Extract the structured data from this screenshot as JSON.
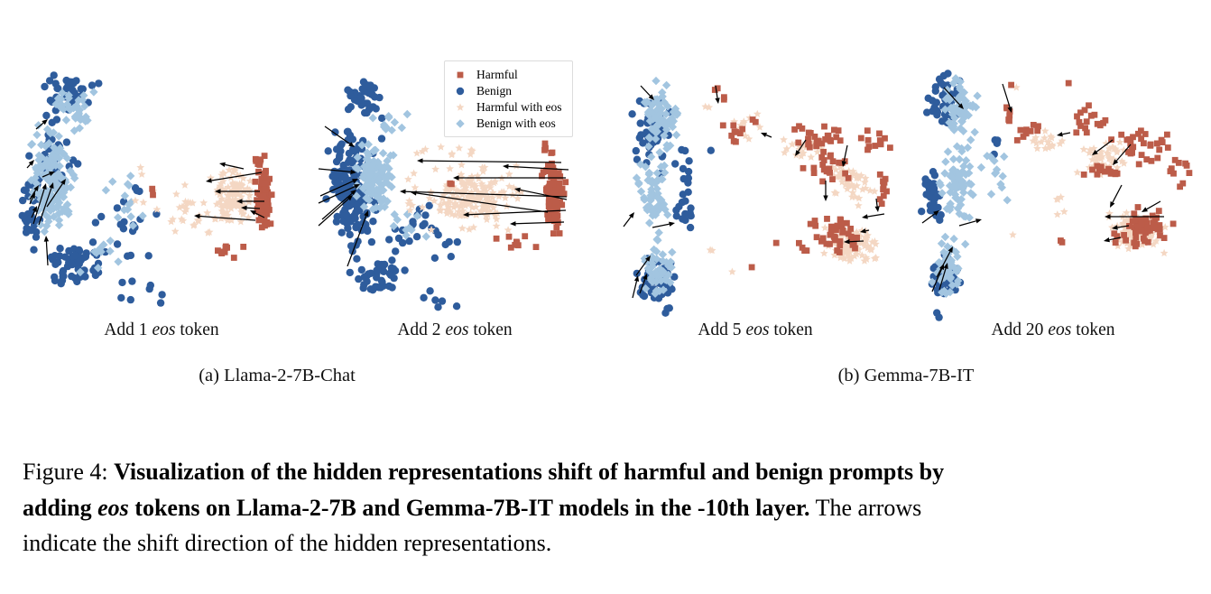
{
  "figure": {
    "subfigures": [
      {
        "label": "(a) Llama-2-7B-Chat"
      },
      {
        "label": "(b) Gemma-7B-IT"
      }
    ],
    "caption_lines": [
      [
        {
          "t": "Figure 4: "
        },
        {
          "t": "Visualization of the hidden representations shift of harmful and benign prompts by",
          "b": true
        }
      ],
      [
        {
          "t": "adding ",
          "b": true
        },
        {
          "t": "eos",
          "b": true,
          "i": true
        },
        {
          "t": " tokens on Llama-2-7B and Gemma-7B-IT models in the -10th layer.",
          "b": true
        },
        {
          "t": " The arrows"
        }
      ],
      [
        {
          "t": "indicate the shift direction of the hidden representations."
        }
      ]
    ]
  },
  "legend": {
    "items": [
      {
        "label": "Harmful",
        "marker": "harmful"
      },
      {
        "label": "Benign",
        "marker": "benign"
      },
      {
        "label": "Harmful with eos",
        "marker": "harmful_eos"
      },
      {
        "label": "Benign with eos",
        "marker": "benign_eos"
      }
    ]
  },
  "colors": {
    "harmful": "#bc5c49",
    "benign": "#2e5c9c",
    "harmful_eos": "#f4d7c3",
    "benign_eos": "#a2c5e0",
    "arrow": "#000000"
  },
  "chart_data": {
    "type": "scatter",
    "groups": [
      {
        "name": "Harmful",
        "marker_shape": "square",
        "color": "#bc5c49"
      },
      {
        "name": "Benign",
        "marker_shape": "circle",
        "color": "#2e5c9c"
      },
      {
        "name": "Harmful with eos",
        "marker_shape": "star",
        "color": "#f4d7c3"
      },
      {
        "name": "Benign with eos",
        "marker_shape": "diamond",
        "color": "#a2c5e0"
      }
    ],
    "plots": [
      {
        "caption_segments": [
          {
            "t": "Add 1 "
          },
          {
            "t": "eos",
            "i": true
          },
          {
            "t": " token"
          }
        ],
        "clusters": {
          "benign": [
            [
              72,
              95,
              35,
              30,
              45
            ],
            [
              30,
              225,
              15,
              65,
              35
            ],
            [
              85,
              290,
              40,
              30,
              55
            ],
            [
              130,
              235,
              45,
              55,
              20
            ],
            [
              155,
              315,
              40,
              25,
              8
            ],
            [
              60,
              160,
              30,
              50,
              30
            ]
          ],
          "benign_eos": [
            [
              52,
              192,
              30,
              72,
              140
            ],
            [
              75,
              115,
              28,
              28,
              35
            ],
            [
              135,
              225,
              35,
              45,
              14
            ],
            [
              105,
              280,
              30,
              25,
              10
            ]
          ],
          "harmful_eos": [
            [
              252,
              212,
              28,
              38,
              120
            ],
            [
              205,
              230,
              30,
              38,
              25
            ],
            [
              150,
              215,
              30,
              45,
              6
            ]
          ],
          "harmful": [
            [
              287,
              215,
              11,
              46,
              85
            ],
            [
              283,
              172,
              8,
              6,
              6
            ],
            [
              250,
              272,
              28,
              15,
              10
            ],
            [
              160,
              210,
              8,
              9,
              2
            ]
          ]
        },
        "arrows": [
          [
            35,
            138,
            48,
            127
          ],
          [
            25,
            181,
            33,
            172
          ],
          [
            42,
            191,
            56,
            185
          ],
          [
            28,
            216,
            38,
            200
          ],
          [
            32,
            243,
            46,
            198
          ],
          [
            38,
            244,
            54,
            197
          ],
          [
            47,
            224,
            68,
            193
          ],
          [
            28,
            221,
            34,
            208
          ],
          [
            30,
            236,
            36,
            223
          ],
          [
            48,
            289,
            46,
            256
          ],
          [
            265,
            182,
            238,
            176
          ],
          [
            285,
            186,
            223,
            196
          ],
          [
            283,
            207,
            233,
            207
          ],
          [
            288,
            218,
            257,
            218
          ],
          [
            283,
            226,
            262,
            225
          ],
          [
            278,
            239,
            210,
            234
          ],
          [
            288,
            236,
            272,
            228
          ]
        ]
      },
      {
        "caption_segments": [
          {
            "t": "Add 2 "
          },
          {
            "t": "eos",
            "i": true
          },
          {
            "t": " token"
          }
        ],
        "clusters": {
          "benign": [
            [
              45,
              205,
              32,
              85,
              160
            ],
            [
              60,
              105,
              28,
              28,
              35
            ],
            [
              75,
              300,
              40,
              28,
              40
            ],
            [
              115,
              250,
              45,
              45,
              18
            ],
            [
              135,
              330,
              35,
              15,
              6
            ],
            [
              150,
              262,
              30,
              25,
              6
            ]
          ],
          "benign_eos": [
            [
              70,
              190,
              26,
              48,
              110
            ],
            [
              90,
              135,
              25,
              15,
              12
            ],
            [
              105,
              245,
              25,
              30,
              10
            ]
          ],
          "harmful_eos": [
            [
              180,
              212,
              58,
              42,
              170
            ],
            [
              150,
              162,
              45,
              10,
              10
            ],
            [
              112,
              215,
              15,
              35,
              8
            ]
          ],
          "harmful": [
            [
              268,
              212,
              14,
              48,
              105
            ],
            [
              262,
              158,
              12,
              8,
              6
            ],
            [
              230,
              268,
              30,
              14,
              9
            ],
            [
              155,
              198,
              4,
              5,
              2
            ]
          ]
        },
        "arrows": [
          [
            15,
            135,
            48,
            158
          ],
          [
            8,
            182,
            50,
            186
          ],
          [
            10,
            212,
            52,
            193
          ],
          [
            8,
            220,
            54,
            199
          ],
          [
            12,
            238,
            50,
            205
          ],
          [
            8,
            245,
            46,
            211
          ],
          [
            40,
            290,
            63,
            228
          ],
          [
            277,
            175,
            117,
            173
          ],
          [
            285,
            183,
            212,
            179
          ],
          [
            282,
            192,
            157,
            192
          ],
          [
            283,
            213,
            98,
            207
          ],
          [
            262,
            230,
            110,
            208
          ],
          [
            283,
            216,
            225,
            204
          ],
          [
            282,
            228,
            168,
            233
          ],
          [
            280,
            241,
            220,
            243
          ]
        ]
      },
      {
        "caption_segments": [
          {
            "t": "Add 5 "
          },
          {
            "t": "eos",
            "i": true
          },
          {
            "t": " token"
          }
        ],
        "clusters": {
          "benign": [
            [
              48,
              140,
              26,
              55,
              55
            ],
            [
              82,
              210,
              14,
              60,
              22
            ],
            [
              52,
              305,
              26,
              30,
              45
            ],
            [
              60,
              338,
              10,
              6,
              3
            ],
            [
              112,
              162,
              4,
              4,
              1
            ],
            [
              90,
              172,
              4,
              4,
              1
            ]
          ],
          "benign_eos": [
            [
              58,
              125,
              24,
              45,
              70
            ],
            [
              48,
              210,
              22,
              45,
              60
            ],
            [
              52,
              290,
              22,
              35,
              50
            ]
          ],
          "harmful_eos": [
            [
              150,
              135,
              22,
              18,
              12
            ],
            [
              215,
              158,
              32,
              18,
              25
            ],
            [
              268,
              198,
              34,
              26,
              40
            ],
            [
              268,
              265,
              34,
              24,
              120
            ],
            [
              108,
              112,
              6,
              6,
              2
            ],
            [
              112,
              272,
              6,
              6,
              2
            ],
            [
              135,
              298,
              5,
              5,
              1
            ]
          ],
          "harmful": [
            [
              122,
              102,
              10,
              12,
              4
            ],
            [
              138,
              145,
              16,
              18,
              9
            ],
            [
              160,
              128,
              8,
              6,
              2
            ],
            [
              230,
              148,
              40,
              22,
              26
            ],
            [
              297,
              152,
              22,
              18,
              12
            ],
            [
              245,
              180,
              38,
              20,
              22
            ],
            [
              303,
              205,
              12,
              22,
              10
            ],
            [
              255,
              252,
              42,
              26,
              40
            ],
            [
              212,
              268,
              18,
              10,
              4
            ],
            [
              185,
              262,
              5,
              5,
              1
            ],
            [
              158,
              293,
              5,
              5,
              1
            ]
          ]
        },
        "arrows": [
          [
            35,
            90,
            50,
            106
          ],
          [
            118,
            90,
            121,
            110
          ],
          [
            180,
            147,
            168,
            142
          ],
          [
            218,
            150,
            206,
            168
          ],
          [
            264,
            156,
            259,
            180
          ],
          [
            240,
            195,
            240,
            218
          ],
          [
            296,
            215,
            298,
            230
          ],
          [
            305,
            232,
            280,
            236
          ],
          [
            288,
            250,
            278,
            252
          ],
          [
            282,
            262,
            260,
            263
          ],
          [
            16,
            246,
            28,
            230
          ],
          [
            48,
            247,
            73,
            242
          ],
          [
            30,
            300,
            46,
            278
          ],
          [
            26,
            325,
            32,
            300
          ],
          [
            34,
            320,
            42,
            298
          ]
        ]
      },
      {
        "caption_segments": [
          {
            "t": "Add 20 "
          },
          {
            "t": "eos",
            "i": true
          },
          {
            "t": " token"
          }
        ],
        "clusters": {
          "benign": [
            [
              40,
              105,
              24,
              35,
              45
            ],
            [
              25,
              210,
              14,
              55,
              30
            ],
            [
              40,
              300,
              24,
              35,
              45
            ],
            [
              30,
              342,
              8,
              5,
              2
            ],
            [
              95,
              150,
              12,
              20,
              4
            ]
          ],
          "benign_eos": [
            [
              55,
              115,
              26,
              40,
              60
            ],
            [
              55,
              200,
              28,
              50,
              70
            ],
            [
              42,
              290,
              20,
              40,
              50
            ],
            [
              95,
              190,
              18,
              40,
              12
            ]
          ],
          "harmful_eos": [
            [
              150,
              150,
              25,
              18,
              18
            ],
            [
              212,
              172,
              35,
              22,
              45
            ],
            [
              252,
              252,
              36,
              26,
              110
            ],
            [
              118,
              90,
              5,
              5,
              1
            ],
            [
              115,
              258,
              5,
              5,
              1
            ],
            [
              168,
              220,
              15,
              15,
              5
            ]
          ],
          "harmful": [
            [
              108,
              120,
              12,
              18,
              6
            ],
            [
              130,
              140,
              18,
              15,
              10
            ],
            [
              195,
              130,
              30,
              22,
              16
            ],
            [
              255,
              155,
              45,
              25,
              30
            ],
            [
              300,
              185,
              15,
              30,
              10
            ],
            [
              215,
              185,
              30,
              18,
              16
            ],
            [
              260,
              250,
              42,
              28,
              50
            ],
            [
              168,
              262,
              10,
              5,
              2
            ],
            [
              110,
              90,
              5,
              5,
              1
            ],
            [
              180,
              88,
              5,
              5,
              1
            ]
          ]
        },
        "arrows": [
          [
            38,
            92,
            60,
            116
          ],
          [
            103,
            88,
            113,
            120
          ],
          [
            178,
            142,
            163,
            145
          ],
          [
            225,
            150,
            202,
            167
          ],
          [
            245,
            155,
            225,
            178
          ],
          [
            235,
            200,
            222,
            225
          ],
          [
            278,
            218,
            257,
            230
          ],
          [
            282,
            235,
            216,
            235
          ],
          [
            243,
            245,
            224,
            248
          ],
          [
            234,
            258,
            215,
            262
          ],
          [
            14,
            242,
            33,
            228
          ],
          [
            55,
            245,
            80,
            238
          ],
          [
            30,
            302,
            48,
            268
          ],
          [
            25,
            318,
            38,
            287
          ],
          [
            33,
            316,
            42,
            286
          ]
        ]
      }
    ]
  }
}
